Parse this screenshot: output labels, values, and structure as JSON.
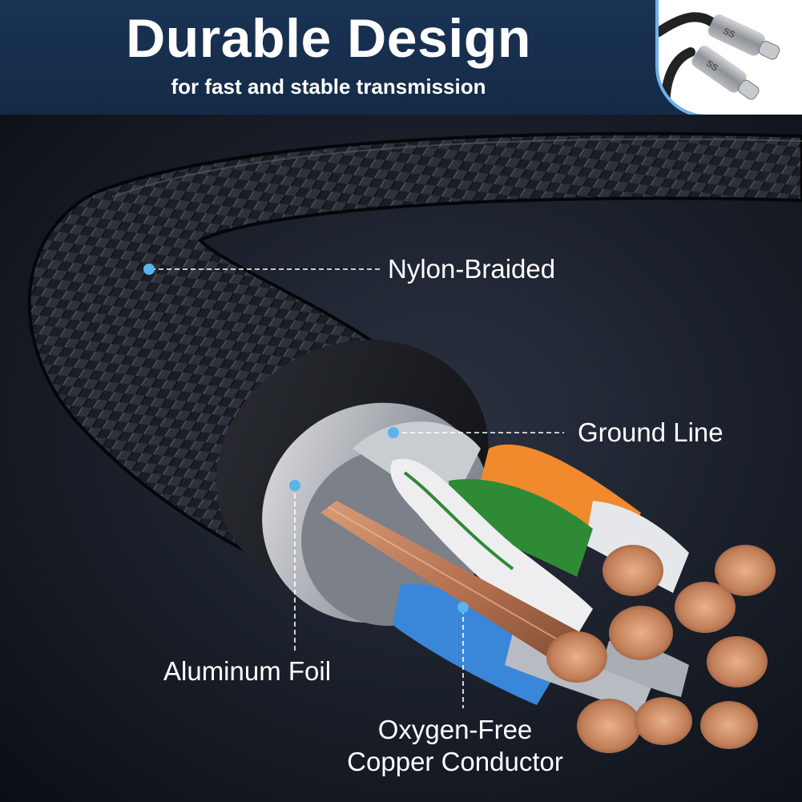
{
  "header": {
    "title": "Durable Design",
    "subtitle": "for fast and stable transmission"
  },
  "product_thumbnail": {
    "connector_logo_text": "SS"
  },
  "callouts": {
    "nylon_braided": "Nylon-Braided",
    "ground_line": "Ground Line",
    "aluminum_foil": "Aluminum Foil",
    "copper_line1": "Oxygen-Free",
    "copper_line2": "Copper Conductor"
  },
  "colors": {
    "banner": "#142a47",
    "marker": "#5ab4ea",
    "wire_orange": "#f08a2c",
    "wire_green": "#2f8a36",
    "wire_blue": "#3a86d8",
    "copper": "#c98a63"
  },
  "icons": {
    "marker": "dot-marker-icon"
  }
}
